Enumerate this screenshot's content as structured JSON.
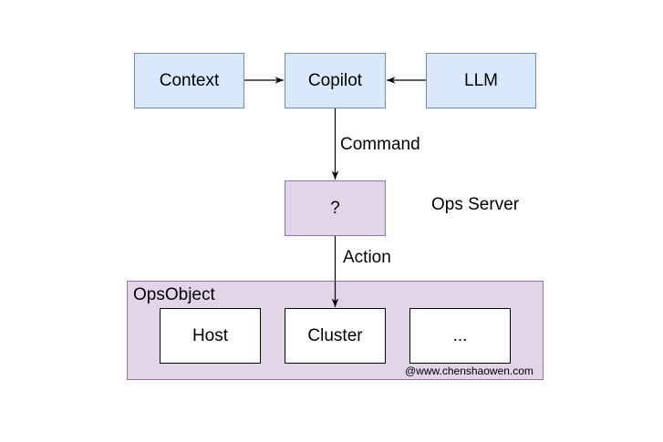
{
  "nodes": {
    "context": "Context",
    "copilot": "Copilot",
    "llm": "LLM",
    "unknown": "?"
  },
  "labels": {
    "command": "Command",
    "action": "Action",
    "ops_server": "Ops Server"
  },
  "group": {
    "title": "OpsObject",
    "items": [
      "Host",
      "Cluster",
      "..."
    ]
  },
  "credit": "@www.chenshaowen.com",
  "colors": {
    "blue_fill": "#dae8fc",
    "blue_border": "#6c8ebf",
    "purple_fill": "#e1d5e7",
    "purple_border": "#9673a6"
  }
}
